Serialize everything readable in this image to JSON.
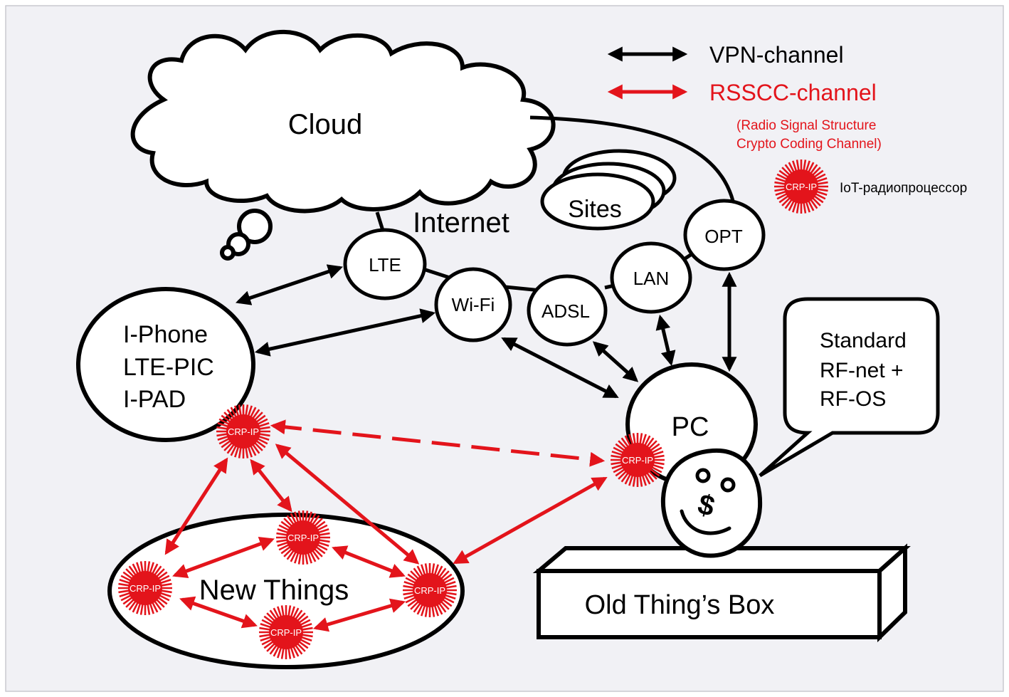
{
  "legend": {
    "vpn_label": "VPN-channel",
    "rsscc_label": "RSSCC-channel",
    "rsscc_note_line1": "(Radio Signal Structure",
    "rsscc_note_line2": "Crypto Coding Channel)",
    "crp_label": "CRP-IP",
    "crp_meaning": "IoT-радиопроцессор"
  },
  "nodes": {
    "cloud": "Cloud",
    "internet": "Internet",
    "sites": "Sites",
    "lte": "LTE",
    "wifi": "Wi-Fi",
    "adsl": "ADSL",
    "lan": "LAN",
    "opt": "OPT",
    "iphone_line1": "I-Phone",
    "iphone_line2": "LTE-PIC",
    "iphone_line3": "I-PAD",
    "pc": "PC",
    "standard_line1": "Standard",
    "standard_line2": "RF-net +",
    "standard_line3": "RF-OS",
    "new_things": "New Things",
    "old_box": "Old Thing’s Box",
    "crp_chip": "CRP-IP"
  },
  "colors": {
    "vpn": "#000000",
    "rsscc": "#e3141b",
    "background": "#f1f1f5"
  }
}
